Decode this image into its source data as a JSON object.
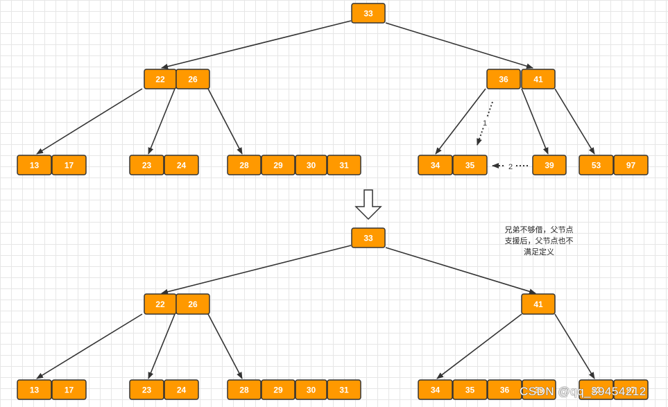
{
  "top_tree": {
    "root": [
      "33"
    ],
    "level1_left": [
      "22",
      "26"
    ],
    "level1_right": [
      "36",
      "41"
    ],
    "leaves": [
      [
        "13",
        "17"
      ],
      [
        "23",
        "24"
      ],
      [
        "28",
        "29",
        "30",
        "31"
      ],
      [
        "34",
        "35"
      ],
      [
        "39"
      ],
      [
        "53",
        "97"
      ]
    ],
    "steps": [
      "1",
      "2"
    ]
  },
  "bottom_tree": {
    "root": [
      "33"
    ],
    "level1_left": [
      "22",
      "26"
    ],
    "level1_right": [
      "41"
    ],
    "leaves": [
      [
        "13",
        "17"
      ],
      [
        "23",
        "24"
      ],
      [
        "28",
        "29",
        "30",
        "31"
      ],
      [
        "34",
        "35",
        "36",
        "39"
      ],
      [
        "53",
        "97"
      ]
    ]
  },
  "note_lines": [
    "兄弟不够借，父节点",
    "支援后，父节点也不",
    "满足定义"
  ],
  "watermark": "CSDN @qq_39454212"
}
